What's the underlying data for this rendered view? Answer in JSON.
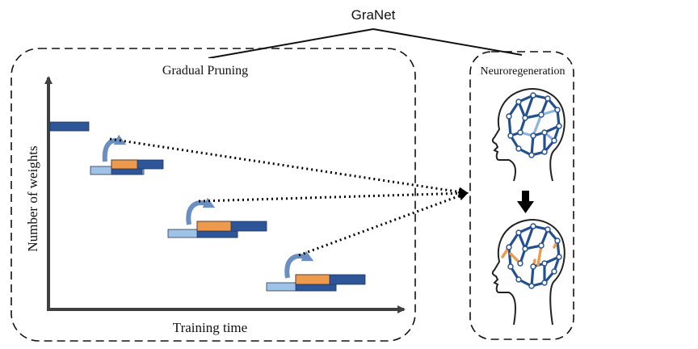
{
  "title": "GraNet",
  "left_panel": {
    "title": "Gradual Pruning",
    "y_axis_label": "Number of weights",
    "x_axis_label": "Training time"
  },
  "right_panel": {
    "title": "Neuroregeneration"
  },
  "colors": {
    "dark_blue": "#2e5597",
    "light_blue": "#9dc3e6",
    "orange": "#ed9a4c",
    "arrow_blue": "#6a8fc0",
    "axis": "#404040",
    "brain_edge": "#24508f",
    "brain_edge_light": "#8fb3e0",
    "new_edge": "#ed9a4c"
  },
  "icons": {
    "prune_arrow": "curved-arrow-icon",
    "head": "human-head-brain-icon",
    "down": "down-arrow-icon"
  }
}
